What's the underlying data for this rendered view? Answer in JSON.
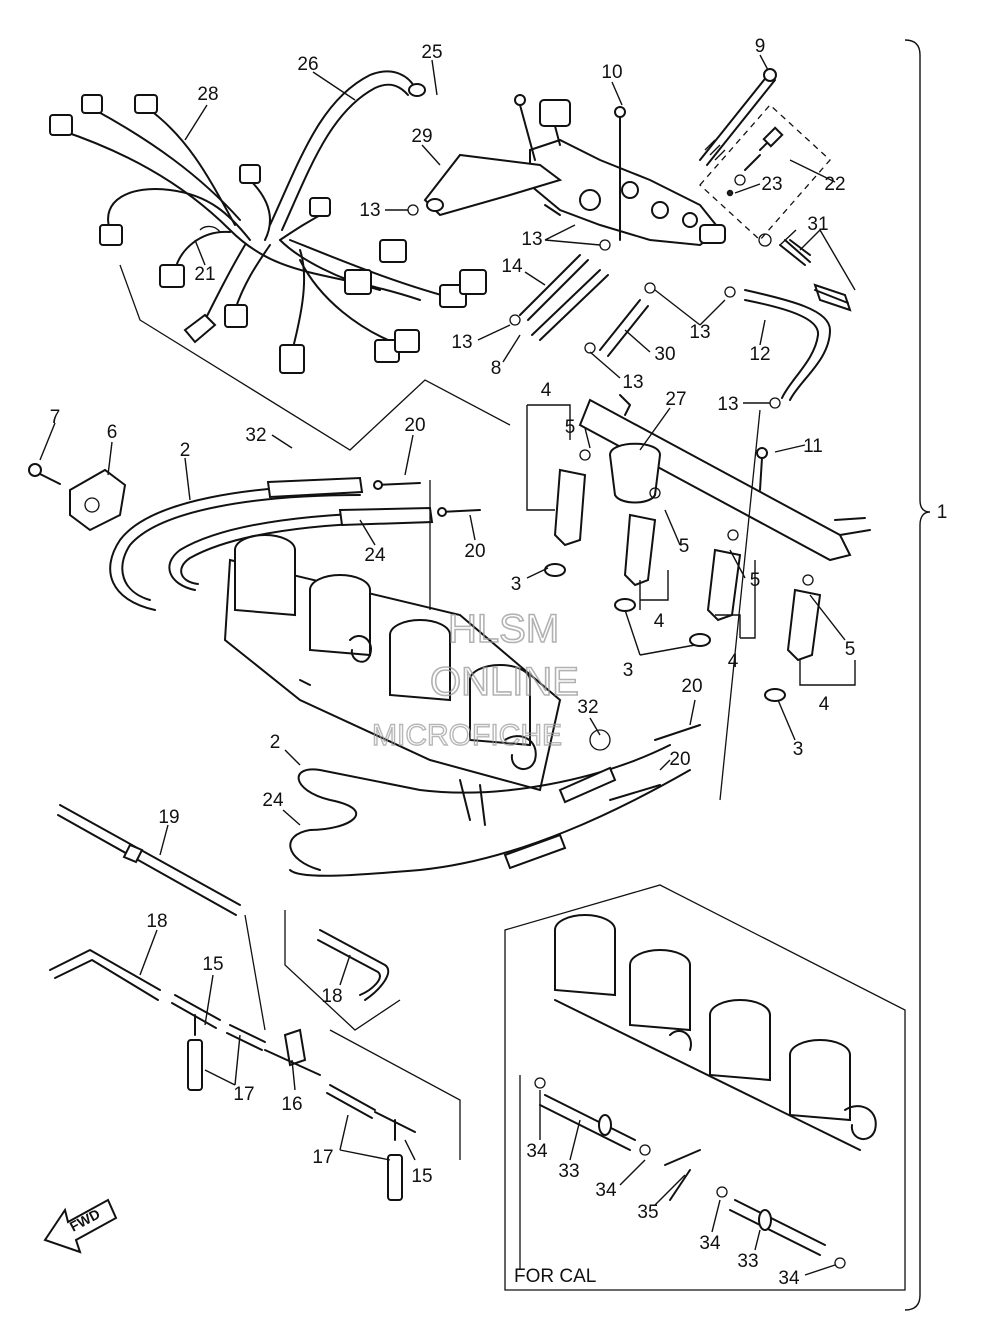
{
  "assembly_ref": "1",
  "callouts": [
    {
      "id": "c-9",
      "text": "9"
    },
    {
      "id": "c-10",
      "text": "10"
    },
    {
      "id": "c-25",
      "text": "25"
    },
    {
      "id": "c-26",
      "text": "26"
    },
    {
      "id": "c-28",
      "text": "28"
    },
    {
      "id": "c-29",
      "text": "29"
    },
    {
      "id": "c-22",
      "text": "22"
    },
    {
      "id": "c-23",
      "text": "23"
    },
    {
      "id": "c-31",
      "text": "31"
    },
    {
      "id": "c-13a",
      "text": "13"
    },
    {
      "id": "c-13b",
      "text": "13"
    },
    {
      "id": "c-13c",
      "text": "13"
    },
    {
      "id": "c-13d",
      "text": "13"
    },
    {
      "id": "c-13e",
      "text": "13"
    },
    {
      "id": "c-13f",
      "text": "13"
    },
    {
      "id": "c-14",
      "text": "14"
    },
    {
      "id": "c-21",
      "text": "21"
    },
    {
      "id": "c-8",
      "text": "8"
    },
    {
      "id": "c-30",
      "text": "30"
    },
    {
      "id": "c-12",
      "text": "12"
    },
    {
      "id": "c-7",
      "text": "7"
    },
    {
      "id": "c-6",
      "text": "6"
    },
    {
      "id": "c-2a",
      "text": "2"
    },
    {
      "id": "c-32a",
      "text": "32"
    },
    {
      "id": "c-20a",
      "text": "20"
    },
    {
      "id": "c-4a",
      "text": "4"
    },
    {
      "id": "c-5a",
      "text": "5"
    },
    {
      "id": "c-27",
      "text": "27"
    },
    {
      "id": "c-11",
      "text": "11"
    },
    {
      "id": "c-24a",
      "text": "24"
    },
    {
      "id": "c-20b",
      "text": "20"
    },
    {
      "id": "c-3a",
      "text": "3"
    },
    {
      "id": "c-5b",
      "text": "5"
    },
    {
      "id": "c-4b",
      "text": "4"
    },
    {
      "id": "c-5c",
      "text": "5"
    },
    {
      "id": "c-3b",
      "text": "3"
    },
    {
      "id": "c-4c",
      "text": "4"
    },
    {
      "id": "c-5d",
      "text": "5"
    },
    {
      "id": "c-4d",
      "text": "4"
    },
    {
      "id": "c-3c",
      "text": "3"
    },
    {
      "id": "c-20c",
      "text": "20"
    },
    {
      "id": "c-32b",
      "text": "32"
    },
    {
      "id": "c-20d",
      "text": "20"
    },
    {
      "id": "c-2b",
      "text": "2"
    },
    {
      "id": "c-24b",
      "text": "24"
    },
    {
      "id": "c-19",
      "text": "19"
    },
    {
      "id": "c-18a",
      "text": "18"
    },
    {
      "id": "c-18b",
      "text": "18"
    },
    {
      "id": "c-15a",
      "text": "15"
    },
    {
      "id": "c-17a",
      "text": "17"
    },
    {
      "id": "c-16",
      "text": "16"
    },
    {
      "id": "c-17b",
      "text": "17"
    },
    {
      "id": "c-15b",
      "text": "15"
    },
    {
      "id": "c-34a",
      "text": "34"
    },
    {
      "id": "c-33a",
      "text": "33"
    },
    {
      "id": "c-34b",
      "text": "34"
    },
    {
      "id": "c-35",
      "text": "35"
    },
    {
      "id": "c-34c",
      "text": "34"
    },
    {
      "id": "c-33b",
      "text": "33"
    },
    {
      "id": "c-34d",
      "text": "34"
    }
  ],
  "inset_label": "FOR CAL",
  "fwd_label": "FWD",
  "watermark": {
    "line1": "HLSM",
    "line2": "ONLINE",
    "line3": "MICROFICHE"
  }
}
